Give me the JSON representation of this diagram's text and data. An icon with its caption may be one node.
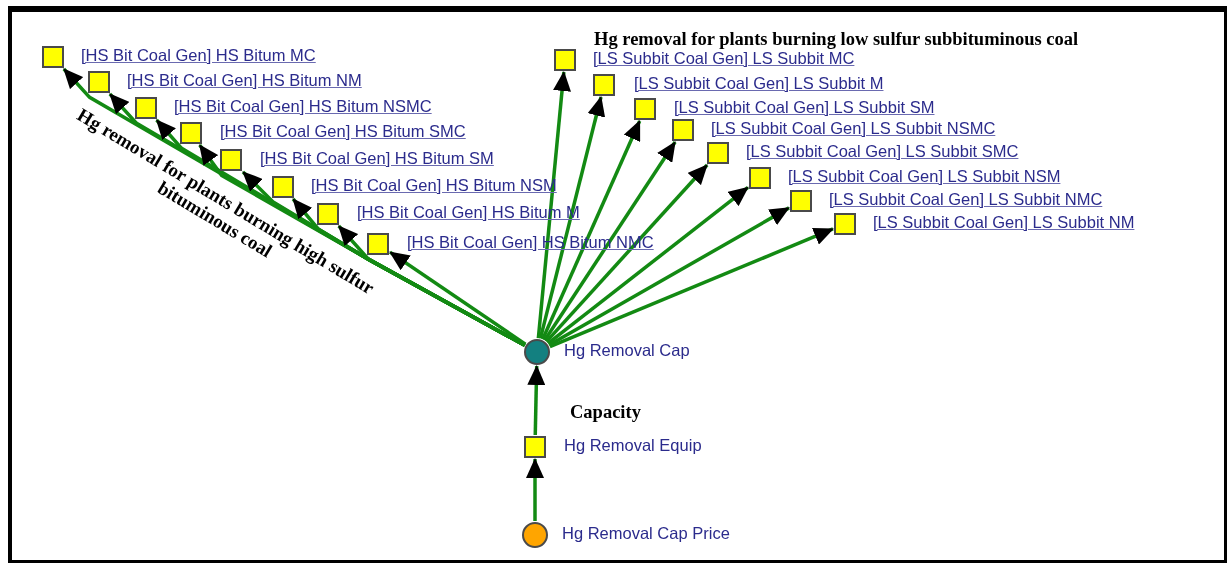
{
  "diagram": {
    "nodes": [
      {
        "text": [
          "[HS Bit Coal Gen] HS Bitum MC"
        ]
      },
      {
        "text": [
          "[HS Bit Coal Gen] HS Bitum NM"
        ]
      },
      {
        "text": [
          "[HS Bit Coal Gen] HS Bitum NSMC"
        ]
      },
      {
        "text": [
          "[HS Bit Coal Gen] HS Bitum SMC"
        ]
      },
      {
        "text": [
          "[HS Bit Coal Gen] HS Bitum SM"
        ]
      },
      {
        "text": [
          "[HS Bit Coal Gen] HS Bitum NSM"
        ]
      },
      {
        "text": [
          "[HS Bit Coal Gen] HS Bitum M"
        ]
      },
      {
        "text": [
          "[HS Bit Coal Gen] HS Bitum NMC"
        ]
      },
      {
        "text": [
          "[LS Subbit Coal Gen] LS Subbit MC"
        ]
      },
      {
        "text": [
          "[LS Subbit Coal Gen] LS Subbit M"
        ]
      },
      {
        "text": [
          "[LS Subbit Coal Gen] LS Subbit SM"
        ]
      },
      {
        "text": [
          "[LS Subbit Coal Gen] LS Subbit NSMC"
        ]
      },
      {
        "text": [
          "[LS Subbit Coal Gen] LS Subbit SMC"
        ]
      },
      {
        "text": [
          "[LS Subbit Coal Gen] LS Subbit NSM"
        ]
      },
      {
        "text": [
          "[LS Subbit Coal Gen] LS Subbit NMC"
        ]
      },
      {
        "text": [
          "[LS Subbit Coal Gen] LS Subbit NM"
        ]
      },
      {
        "text": [
          "Hg Removal Cap"
        ]
      },
      {
        "text": [
          "Hg Removal Equip"
        ]
      },
      {
        "text": [
          "Hg Removal Cap Price"
        ]
      }
    ],
    "edges": [
      {
        "from": 16,
        "to": 0,
        "arrow": "to"
      },
      {
        "from": 16,
        "to": 1,
        "arrow": "to"
      },
      {
        "from": 16,
        "to": 2,
        "arrow": "to"
      },
      {
        "from": 16,
        "to": 3,
        "arrow": "to"
      },
      {
        "from": 16,
        "to": 4,
        "arrow": "to"
      },
      {
        "from": 16,
        "to": 5,
        "arrow": "to"
      },
      {
        "from": 16,
        "to": 6,
        "arrow": "to"
      },
      {
        "from": 16,
        "to": 7,
        "arrow": "to"
      },
      {
        "from": 16,
        "to": 8,
        "arrow": "to"
      },
      {
        "from": 16,
        "to": 9,
        "arrow": "to"
      },
      {
        "from": 16,
        "to": 10,
        "arrow": "to"
      },
      {
        "from": 16,
        "to": 11,
        "arrow": "to"
      },
      {
        "from": 16,
        "to": 12,
        "arrow": "to"
      },
      {
        "from": 16,
        "to": 13,
        "arrow": "to"
      },
      {
        "from": 16,
        "to": 14,
        "arrow": "to"
      },
      {
        "from": 16,
        "to": 15,
        "arrow": "to"
      },
      {
        "from": 17,
        "to": 16,
        "arrow": "to"
      },
      {
        "from": 18,
        "to": 17,
        "arrow": "to"
      }
    ],
    "labels": [
      "Hg removal for plants burning low sulfur subbituminous coal",
      "Hg removal for plants burning high sulfur bituminous coal",
      "Capacity"
    ]
  }
}
